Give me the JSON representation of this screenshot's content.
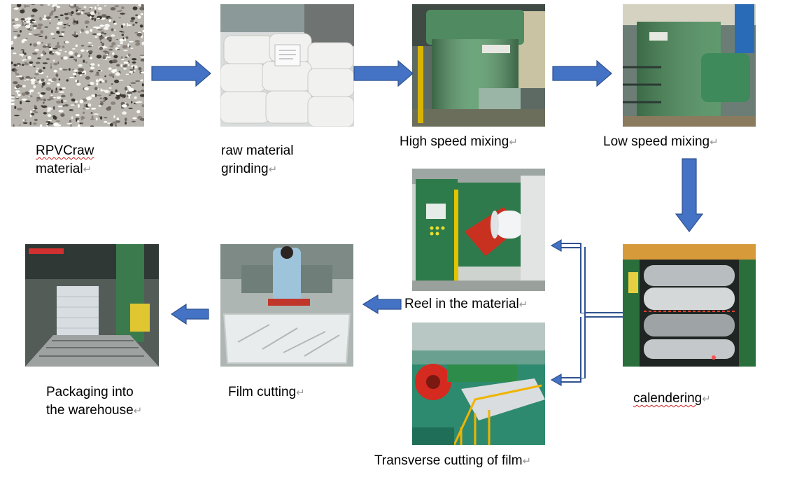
{
  "steps": {
    "raw": {
      "line1": "RPVCraw",
      "line2": "material",
      "ret": "↵"
    },
    "grind": {
      "line1": "raw material",
      "line2": "grinding",
      "ret": "↵"
    },
    "high": {
      "line1": "High speed mixing",
      "ret": "↵"
    },
    "low": {
      "line1": "Low speed mixing",
      "ret": "↵"
    },
    "calender": {
      "line1": "calendering",
      "ret": "↵"
    },
    "reel": {
      "line1": "Reel in the material",
      "ret": "↵"
    },
    "transverse": {
      "line1": "Transverse cutting of film",
      "ret": "↵"
    },
    "film": {
      "line1": "Film cutting",
      "ret": "↵"
    },
    "pack": {
      "line1": "Packaging into",
      "line2": "the warehouse",
      "ret": "↵"
    }
  },
  "colors": {
    "arrow_fill": "#4472c4",
    "arrow_stroke": "#2f528f",
    "spellcheck": "#d02020"
  }
}
